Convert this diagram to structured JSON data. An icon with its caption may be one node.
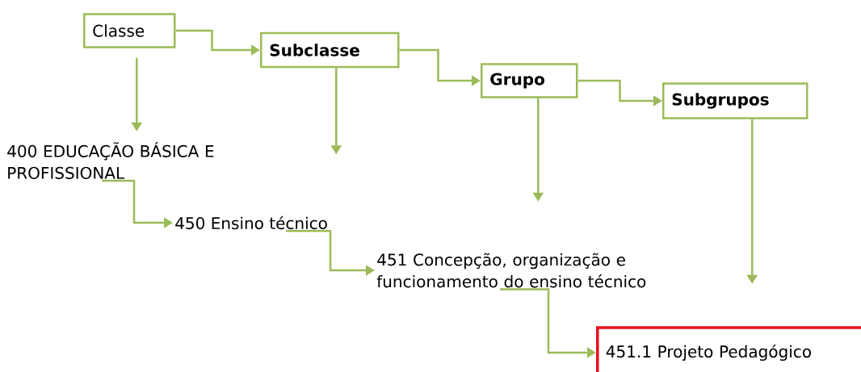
{
  "diagram": {
    "nodes": [
      {
        "text": [
          "Classe"
        ]
      },
      {
        "text": [
          "**Subclasse**"
        ]
      },
      {
        "text": [
          "**Grupo**"
        ]
      },
      {
        "text": [
          "**Subgrupos**"
        ]
      },
      {
        "text": [
          "400 EDUCAÇÃO BÁSICA E PROFISSIONAL"
        ]
      },
      {
        "text": [
          "450 Ensino técnico"
        ]
      },
      {
        "text": [
          "451 Concepção, organização e funcionamento do ensino técnico"
        ]
      },
      {
        "text": [
          "451.1 Projeto Pedagógico"
        ]
      }
    ],
    "edges": [
      {
        "from": 0,
        "to": 1,
        "arrow": "to"
      },
      {
        "from": 1,
        "to": 2,
        "arrow": "to"
      },
      {
        "from": 2,
        "to": 3,
        "arrow": "to"
      },
      {
        "from": 0,
        "to": 4,
        "arrow": "to"
      },
      {
        "from": 1,
        "to": null,
        "arrow": "to"
      },
      {
        "from": 2,
        "to": null,
        "arrow": "to"
      },
      {
        "from": 3,
        "to": null,
        "arrow": "to"
      },
      {
        "from": 4,
        "to": 5,
        "arrow": "to"
      },
      {
        "from": 5,
        "to": 6,
        "arrow": "to"
      },
      {
        "from": 6,
        "to": 7,
        "arrow": "to"
      }
    ]
  }
}
